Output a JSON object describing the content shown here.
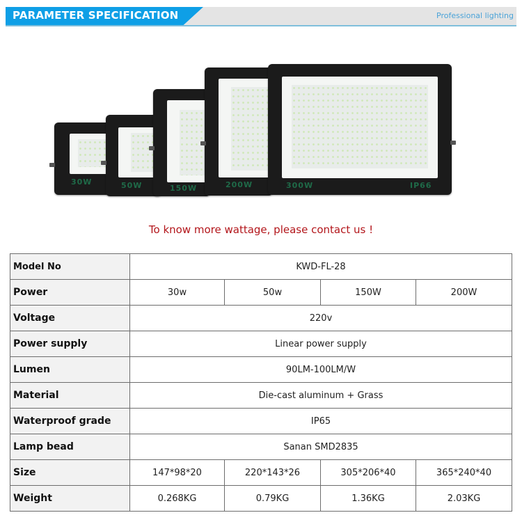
{
  "header": {
    "title": "PARAMETER SPECIFICATION",
    "tagline": "Professional lighting",
    "colors": {
      "accent": "#0e9fe6",
      "bar": "#e4e4e4",
      "tagline": "#4aa3d8"
    }
  },
  "products": [
    {
      "label": "30W"
    },
    {
      "label": "50W"
    },
    {
      "label": "150W"
    },
    {
      "label": "200W"
    },
    {
      "label": "300W",
      "rating": "IP66"
    }
  ],
  "notice": {
    "text": "To know more wattage, please contact us !",
    "color": "#b3161b"
  },
  "spec_table": {
    "rows": [
      {
        "label": "Model No",
        "values": [
          "KWD-FL-28"
        ]
      },
      {
        "label": "Power",
        "values": [
          "30w",
          "50w",
          "150W",
          "200W"
        ]
      },
      {
        "label": "Voltage",
        "values": [
          "220v"
        ]
      },
      {
        "label": "Power supply",
        "values": [
          "Linear power supply"
        ]
      },
      {
        "label": "Lumen",
        "values": [
          "90LM-100LM/W"
        ]
      },
      {
        "label": "Material",
        "values": [
          "Die-cast aluminum + Grass"
        ]
      },
      {
        "label": "Waterproof grade",
        "values": [
          "IP65"
        ]
      },
      {
        "label": "Lamp bead",
        "values": [
          "Sanan SMD2835"
        ]
      },
      {
        "label": "Size",
        "values": [
          "147*98*20",
          "220*143*26",
          "305*206*40",
          "365*240*40"
        ]
      },
      {
        "label": "Weight",
        "values": [
          "0.268KG",
          "0.79KG",
          "1.36KG",
          "2.03KG"
        ]
      }
    ]
  }
}
